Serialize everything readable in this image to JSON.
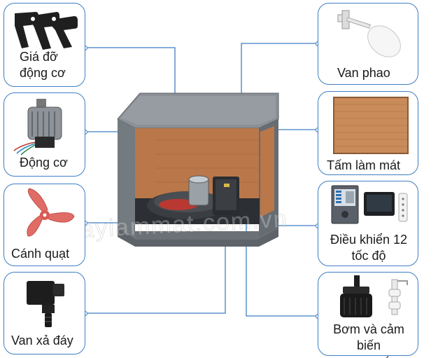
{
  "components": {
    "motor_bracket": {
      "label": "Giá đỡ\nđộng cơ",
      "icon": "motor-bracket-icon"
    },
    "motor": {
      "label": "Động cơ",
      "icon": "motor-icon"
    },
    "fan_blade": {
      "label": "Cánh quạt",
      "icon": "fan-blade-icon"
    },
    "drain_valve": {
      "label": "Van xả đáy",
      "icon": "drain-valve-icon"
    },
    "float_valve": {
      "label": "Van phao",
      "icon": "float-valve-icon"
    },
    "cooling_pad": {
      "label": "Tấm làm mát",
      "icon": "cooling-pad-icon"
    },
    "speed_control": {
      "label": "Điều khiển 12\ntốc độ",
      "icon": "control-panel-icon"
    },
    "pump_sensor": {
      "label": "Bơm và cảm biến\nmực nước",
      "icon": "pump-sensor-icon"
    }
  },
  "watermark": "mayiammat.com.vn",
  "colors": {
    "connector": "#3f7ec4",
    "housing": "#6f767d",
    "cooling_pad": "#b9774a",
    "fan_blade": "#e06c66"
  }
}
